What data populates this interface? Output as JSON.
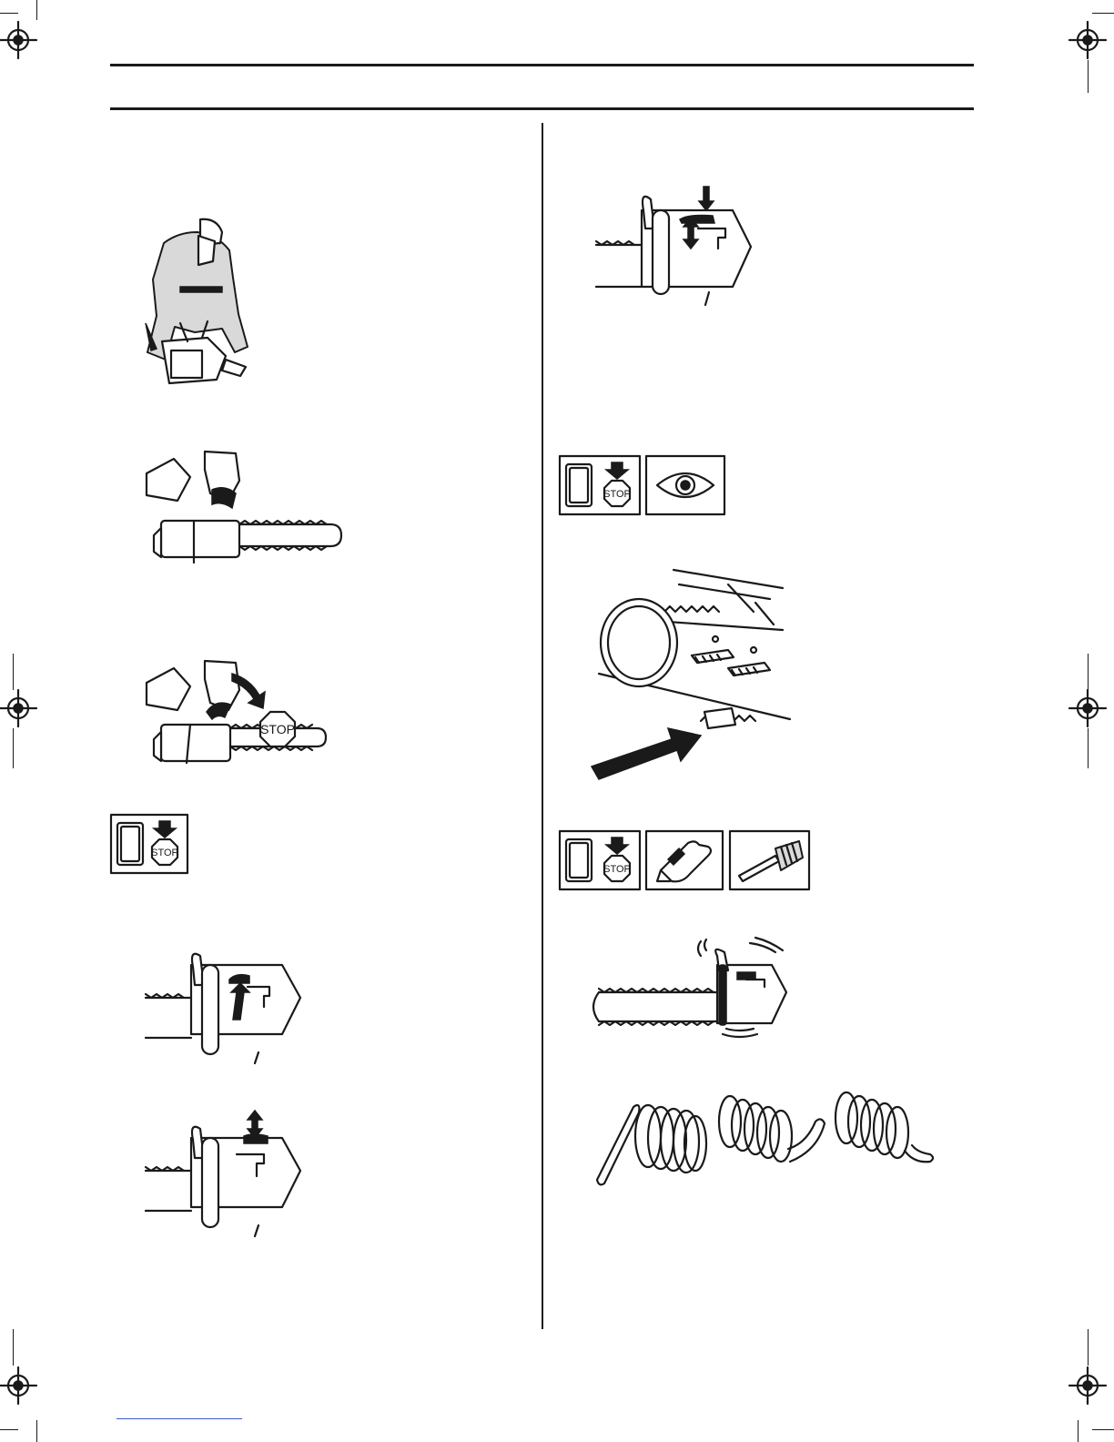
{
  "page": {
    "stop_sign_label": "STOP"
  },
  "colors": {
    "ink": "#1a1a1a",
    "paper": "#ffffff",
    "shade": "#d9d9d9"
  },
  "figures": [
    {
      "id": "operator-kneeling-chainsaw",
      "icon": "operator-with-chainsaw-illustration"
    },
    {
      "id": "chainsaw-hand-on-brake",
      "icon": "hand-on-chain-brake-illustration"
    },
    {
      "id": "chainsaw-brake-engaged-stop",
      "icon": "chain-brake-stop-illustration"
    },
    {
      "id": "stop-switch-symbol-left",
      "icon": "stop-switch-icon"
    },
    {
      "id": "throttle-lockout-pressed",
      "icon": "throttle-lockout-illustration"
    },
    {
      "id": "throttle-lockout-released",
      "icon": "throttle-lockout-released-illustration"
    },
    {
      "id": "throttle-trigger-check",
      "icon": "throttle-trigger-illustration"
    },
    {
      "id": "stop-switch-and-inspect-symbols",
      "icon": "stop-and-eye-icons"
    },
    {
      "id": "chain-catcher-closeup",
      "icon": "chain-catcher-illustration"
    },
    {
      "id": "stop-gloves-brush-symbols",
      "icon": "stop-glove-brush-icons"
    },
    {
      "id": "vibration-damping-chainsaw",
      "icon": "vibration-chainsaw-illustration"
    },
    {
      "id": "anti-vibration-springs",
      "icon": "damping-springs-illustration"
    }
  ]
}
